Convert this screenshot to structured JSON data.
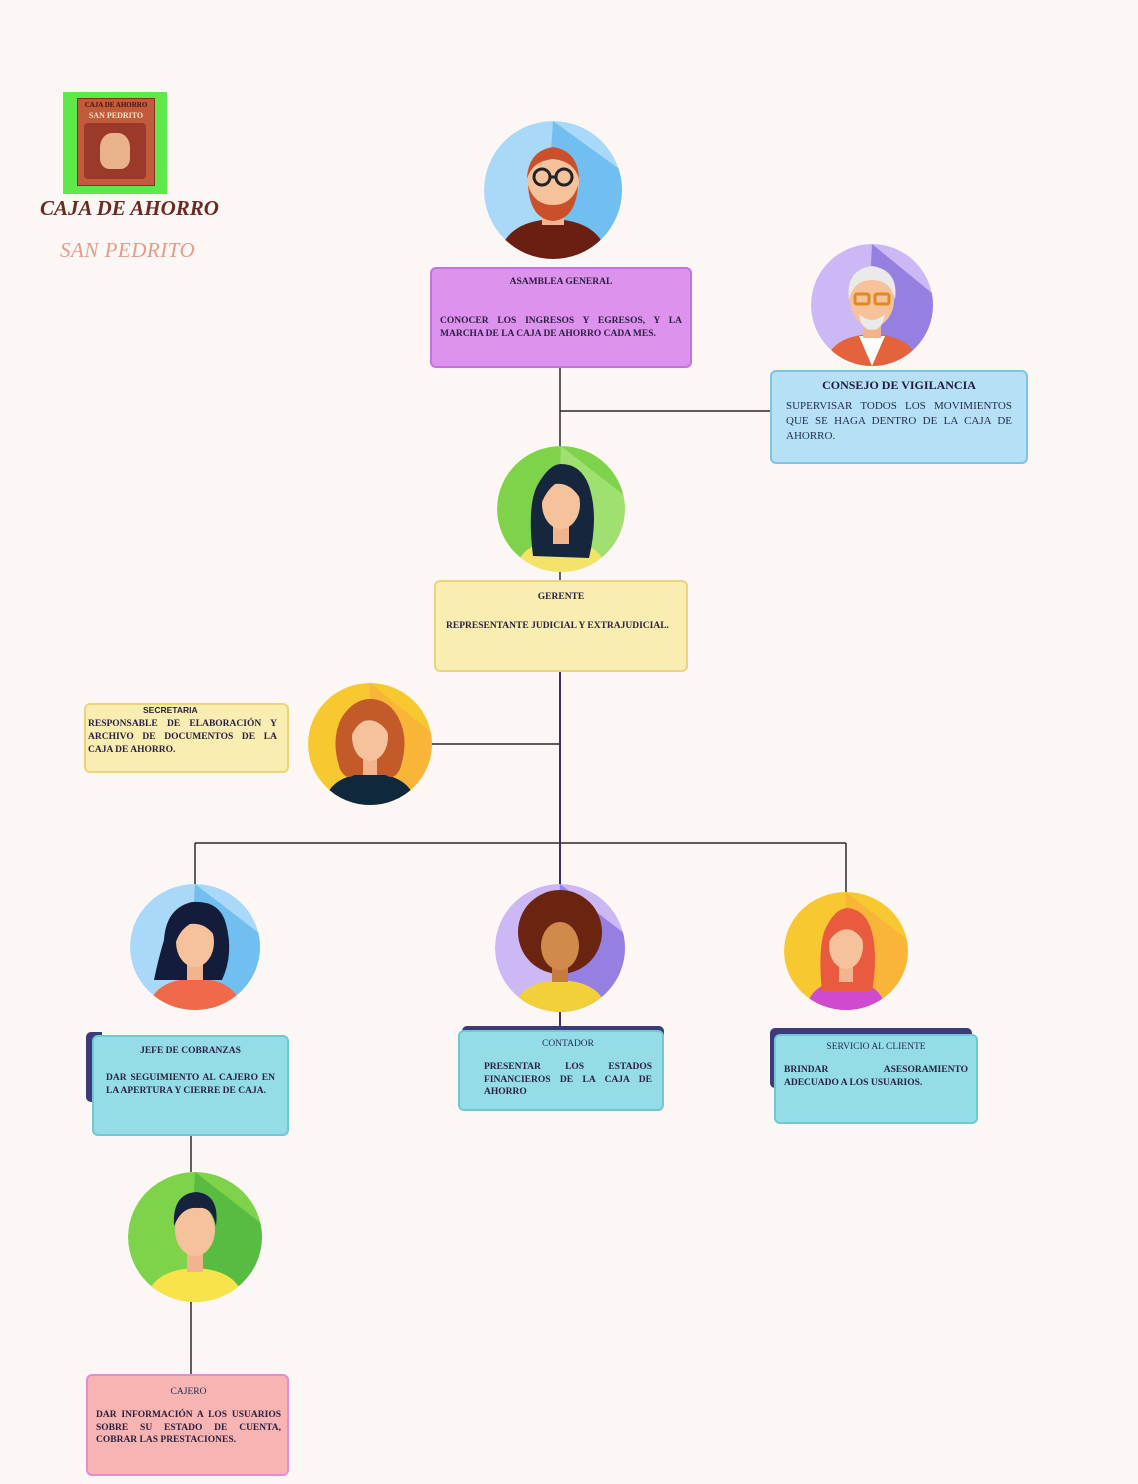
{
  "brand": {
    "logo_line1": "CAJA DE AHORRO",
    "logo_line2": "SAN PEDRITO",
    "title": "CAJA DE AHORRO",
    "subtitle": "SAN PEDRITO"
  },
  "nodes": {
    "asamblea": {
      "title": "ASAMBLEA GENERAL",
      "text": "CONOCER LOS INGRESOS Y EGRESOS, Y LA MARCHA DE LA CAJA DE AHORRO CADA MES.",
      "color": "#dd92ee"
    },
    "consejo": {
      "title": "CONSEJO DE VIGILANCIA",
      "text": "SUPERVISAR TODOS LOS MOVIMIENTOS QUE SE HAGA DENTRO DE LA CAJA DE AHORRO.",
      "color": "#b6e0f6"
    },
    "gerente": {
      "title": "GERENTE",
      "text": "REPRESENTANTE JUDICIAL Y EXTRAJUDICIAL.",
      "color": "#f9edb1"
    },
    "secretaria": {
      "title": "SECRETARIA",
      "text": "RESPONSABLE DE ELABORACIÓN Y ARCHIVO DE DOCUMENTOS DE LA CAJA DE AHORRO.",
      "color": "#f9edb1"
    },
    "jefe": {
      "title": "JEFE DE COBRANZAS",
      "text": "DAR SEGUIMIENTO AL CAJERO EN LA APERTURA Y CIERRE DE CAJA.",
      "color": "#95dde6"
    },
    "contador": {
      "title": "CONTADOR",
      "text": "PRESENTAR LOS ESTADOS FINANCIEROS DE LA CAJA DE AHORRO",
      "color": "#95dde6"
    },
    "servicio": {
      "title": "SERVICIO AL CLIENTE",
      "text": "BRINDAR ASESORAMIENTO ADECUADO A LOS USUARIOS.",
      "color": "#95dde6"
    },
    "cajero": {
      "title": "CAJERO",
      "text": "DAR INFORMACIÓN A LOS USUARIOS SOBRE SU ESTADO DE CUENTA, COBRAR LAS PRESTACIONES.",
      "color": "#f8b3b3"
    }
  },
  "avatars": {
    "asamblea": "man-beard-glasses-icon",
    "consejo": "elder-man-glasses-icon",
    "gerente": "woman-dark-hair-icon",
    "secretaria": "woman-curly-red-hair-icon",
    "jefe": "woman-wavy-black-hair-icon",
    "contador": "woman-afro-hair-icon",
    "servicio": "woman-red-hair-icon",
    "cajero": "man-short-hair-icon"
  },
  "colors": {
    "line": "#2a2a2a",
    "line_accent": "#3a2e6b",
    "background": "#fcf7f4"
  }
}
